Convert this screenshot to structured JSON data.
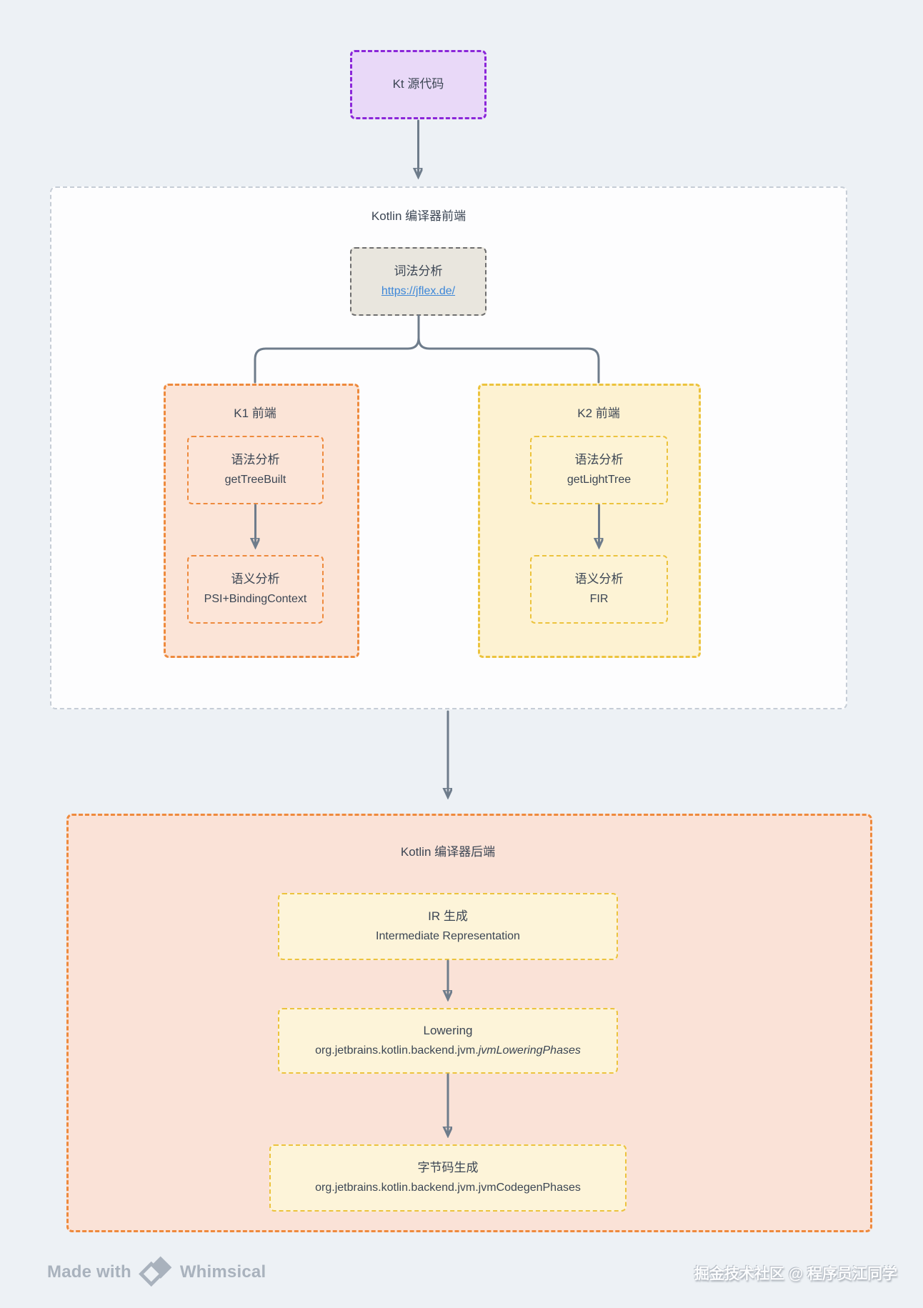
{
  "source_box": {
    "label": "Kt 源代码"
  },
  "frontend": {
    "title": "Kotlin 编译器前端",
    "lexer": {
      "line1": "词法分析",
      "link": "https://jflex.de/"
    },
    "k1": {
      "title": "K1 前端",
      "syntax": {
        "line1": "语法分析",
        "line2": "getTreeBuilt"
      },
      "semantic": {
        "line1": "语义分析",
        "line2": "PSI+BindingContext"
      }
    },
    "k2": {
      "title": "K2 前端",
      "syntax": {
        "line1": "语法分析",
        "line2": "getLightTree"
      },
      "semantic": {
        "line1": "语义分析",
        "line2": "FIR"
      }
    }
  },
  "backend": {
    "title": "Kotlin 编译器后端",
    "ir": {
      "line1": "IR 生成",
      "line2": "Intermediate Representation"
    },
    "lowering": {
      "line1": "Lowering",
      "code_prefix": "org.jetbrains.kotlin.backend.jvm.",
      "code_italic": "jvmLoweringPhases"
    },
    "codegen": {
      "line1": "字节码生成",
      "line2": "org.jetbrains.kotlin.backend.jvm.jvmCodegenPhases"
    }
  },
  "footer": {
    "made_with": "Made with",
    "brand": "Whimsical"
  },
  "watermark": "掘金技术社区 @ 程序员江同学",
  "colors": {
    "page_background": "#edf1f5",
    "source_fill": "#e9d9f8",
    "source_border": "#8b26d9",
    "frontend_frame_fill": "#fdfdfe",
    "frontend_frame_border": "#c6cdd6",
    "lexer_fill": "#e9e6de",
    "lexer_border": "#6e6e6e",
    "k1_fill": "#fbe4d7",
    "k1_border": "#ee8a3d",
    "k2_fill": "#fdf2d2",
    "k2_border": "#ecc33d",
    "backend_fill": "#fae2d7",
    "backend_border": "#ee8a3d",
    "yellow_node_fill": "#fdf4d9",
    "connector": "#6e7c8b",
    "text": "#3c4654",
    "link": "#3d87d8",
    "footer_gray": "#a9b2bd"
  }
}
